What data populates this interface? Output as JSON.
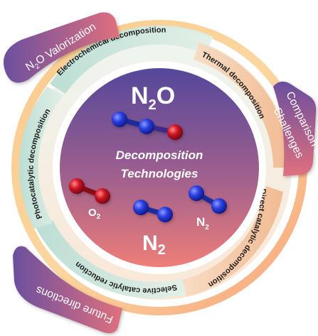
{
  "tabs": {
    "top_left": "N₂O Valorization",
    "top_left_n": "N",
    "top_left_sub": "2",
    "top_left_rest": "O Valorization",
    "right": "Comparison &",
    "right_line2": "Challenges",
    "bottom_left": "Future directions"
  },
  "segments": {
    "electrochemical": "Electrochemical decomposition",
    "thermal": "Thermal decomposition",
    "direct_catalytic": "Direct catalytic decomposition",
    "selective_catalytic": "Selective catalytic reduction",
    "photocatalytic": "Photocatalytic decomposition"
  },
  "center": {
    "line1": "Decomposition",
    "line2": "Technologies",
    "n2o_n": "N",
    "n2o_sub": "2",
    "n2o_o": "O",
    "o2_o": "O",
    "o2_sub": "2",
    "n2_big_n": "N",
    "n2_big_sub": "2",
    "n2_small_n": "N",
    "n2_small_sub": "2"
  },
  "colors": {
    "center_top": "#5a4a9a",
    "center_bottom": "#e8787a",
    "tab_start": "#6b4f9e",
    "tab_end": "#e0707e",
    "ring_teal": "#cfe6df",
    "ring_peach": "#f4c9a6",
    "atom_nitrogen": "#2233cc",
    "atom_oxygen": "#cc1122"
  }
}
